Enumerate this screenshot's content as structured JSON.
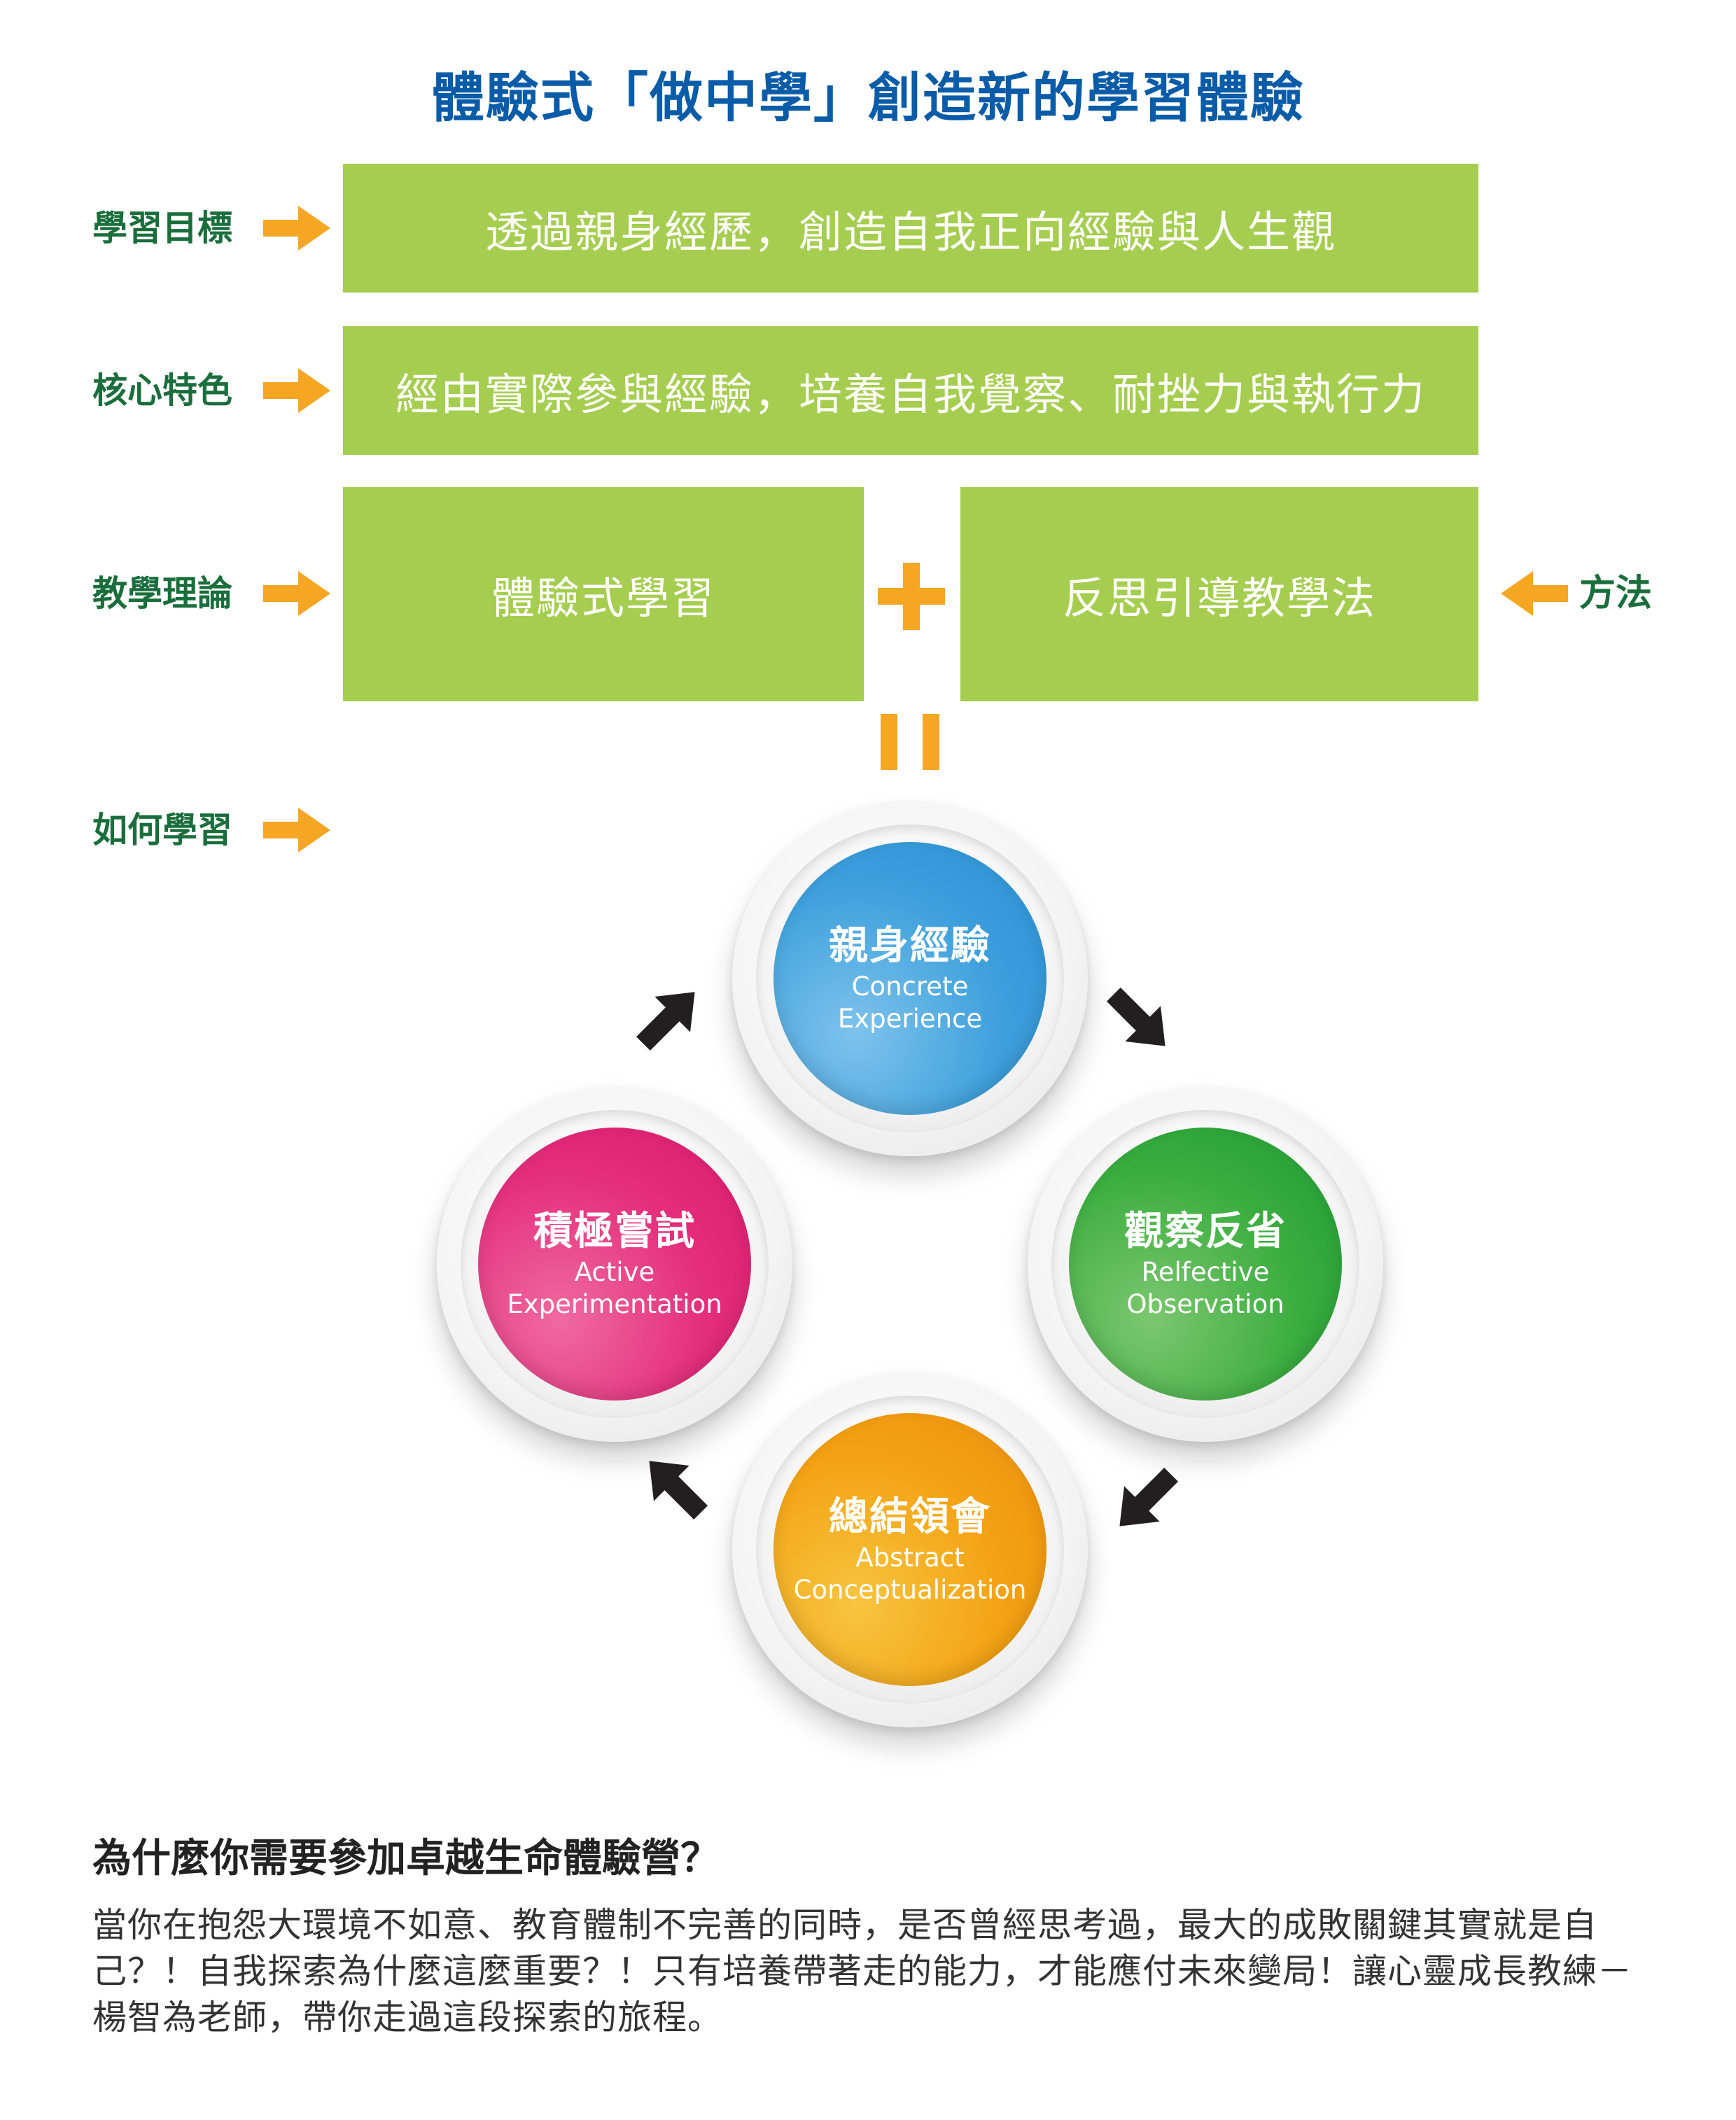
{
  "title": "體驗式「做中學」創造新的學習體驗",
  "rows": {
    "goal_label": "學習目標",
    "goal_text": "透過親身經歷，創造自我正向經驗與人生觀",
    "core_label": "核心特色",
    "core_text": "經由實際參與經驗，培養自我覺察、耐挫力與執行力",
    "theory_label": "教學理論",
    "theory_text": "體驗式學習",
    "method_text": "反思引導教學法",
    "method_label": "方法",
    "how_label": "如何學習"
  },
  "cycle": [
    {
      "zh": "親身經驗",
      "en1": "Concrete",
      "en2": "Experience",
      "color": "#3d9fdc"
    },
    {
      "zh": "觀察反省",
      "en1": "Relfective",
      "en2": "Observation",
      "color": "#3aad3f"
    },
    {
      "zh": "總結領會",
      "en1": "Abstract",
      "en2": "Conceptualization",
      "color": "#f3a213"
    },
    {
      "zh": "積極嘗試",
      "en1": "Active",
      "en2": "Experimentation",
      "color": "#e42d7b"
    }
  ],
  "colors": {
    "title_blue": "#0a5ca8",
    "label_green": "#1a6e3c",
    "box_green": "#a5cd4f",
    "arrow_orange": "#f5a623",
    "cycle_arrow": "#231f20"
  },
  "why": {
    "title": "為什麼你需要參加卓越生命體驗營？",
    "body": "當你在抱怨大環境不如意、教育體制不完善的同時，是否曾經思考過，最大的成敗關鍵其實就是自己？！自我探索為什麼這麼重要？！只有培養帶著走的能力，才能應付未來變局！讓心靈成長教練－楊智為老師，帶你走過這段探索的旅程。"
  }
}
